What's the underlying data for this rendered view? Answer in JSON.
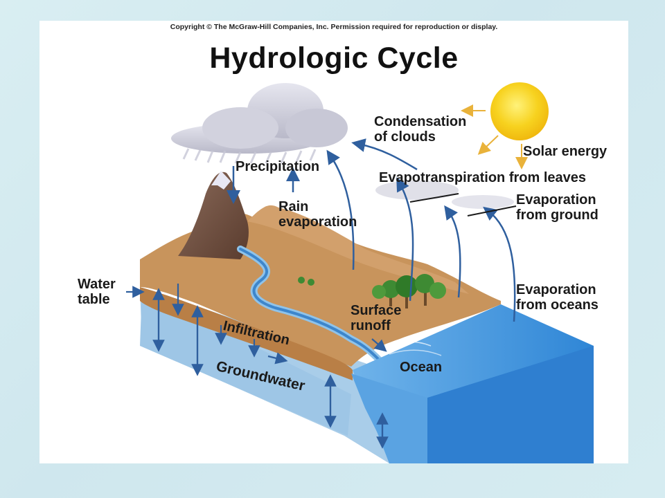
{
  "copyright": "Copyright © The McGraw-Hill Companies, Inc. Permission required for reproduction or display.",
  "title": "Hydrologic Cycle",
  "labels": {
    "condensation": "Condensation\nof clouds",
    "solar_energy": "Solar energy",
    "precipitation": "Precipitation",
    "evapotranspiration": "Evapotranspiration from leaves",
    "rain_evaporation": "Rain\nevaporation",
    "evaporation_ground": "Evaporation\nfrom ground",
    "water_table": "Water\ntable",
    "evaporation_oceans": "Evaporation\nfrom oceans",
    "surface_runoff": "Surface\nrunoff",
    "infiltration": "Infiltration",
    "groundwater": "Groundwater",
    "ocean": "Ocean"
  },
  "colors": {
    "sun": "#f7d21f",
    "cloud": "#c9c9d6",
    "land": "#c8945c",
    "groundwater": "#a9cde9",
    "ocean": "#2f7fd0",
    "arrow": "#2f5f9e"
  }
}
